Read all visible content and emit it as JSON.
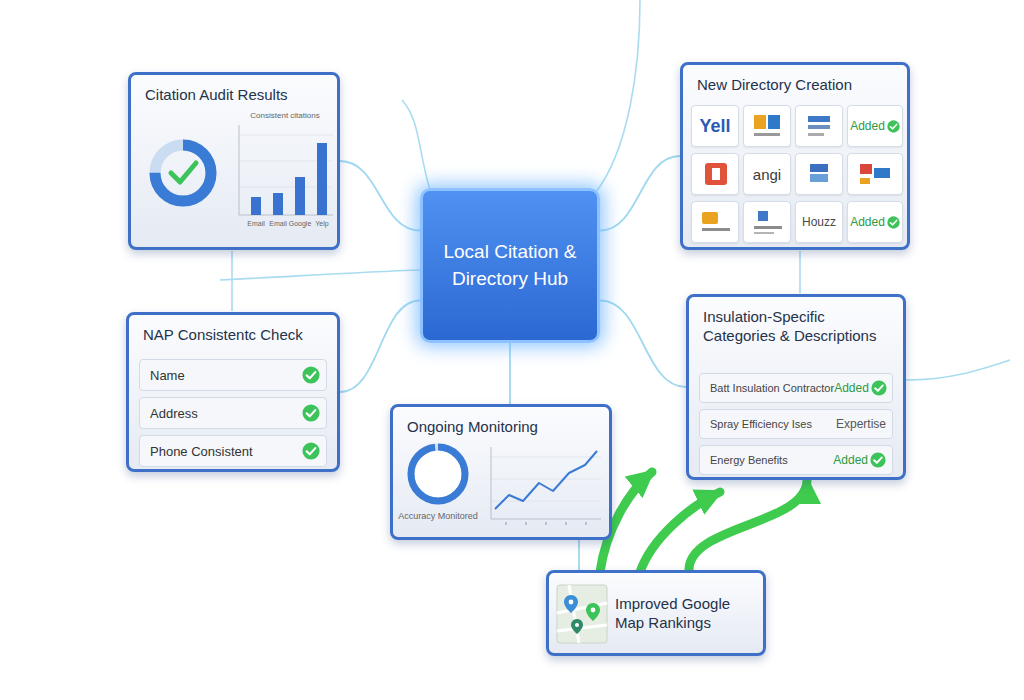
{
  "diagram": {
    "nodes": [
      {
        "text": [
          "Citation Audit Results"
        ]
      },
      {
        "text": [
          "New Directory Creation"
        ]
      },
      {
        "text": [
          "Yell"
        ],
        "in": 1
      },
      {
        "text": [
          "Added"
        ],
        "in": 1
      },
      {
        "text": [
          "angi"
        ],
        "in": 1
      },
      {
        "text": [
          "Houzz"
        ],
        "in": 1
      },
      {
        "text": [
          "Added"
        ],
        "in": 1
      },
      {
        "text": [
          "Local Citation & Directory Hub"
        ]
      },
      {
        "text": [
          "NAP Consistentc Check"
        ]
      },
      {
        "text": [
          "Name"
        ],
        "in": 8
      },
      {
        "text": [
          "Address"
        ],
        "in": 8
      },
      {
        "text": [
          "Phone Consistent"
        ],
        "in": 8
      },
      {
        "text": [
          "Insulation-Specific Categories & Descriptions"
        ]
      },
      {
        "text": [
          "Batt Insulation Contractor",
          "Added"
        ],
        "in": 12
      },
      {
        "text": [
          "Spray Efficiency Ises",
          "Expertise"
        ],
        "in": 12
      },
      {
        "text": [
          "Energy Benefits",
          "Added"
        ],
        "in": 12
      },
      {
        "text": [
          "Ongoing Monitoring"
        ]
      },
      {
        "text": [
          "98%"
        ],
        "in": 16
      },
      {
        "text": [
          "Improved Google Map Rankings"
        ]
      }
    ],
    "edges": [
      {
        "from": 7,
        "to": 0,
        "arrow": "none"
      },
      {
        "from": 7,
        "to": 1,
        "arrow": "none"
      },
      {
        "from": 7,
        "to": 8,
        "arrow": "none"
      },
      {
        "from": 7,
        "to": 12,
        "arrow": "none"
      },
      {
        "from": 7,
        "to": 16,
        "arrow": "none"
      },
      {
        "from": 16,
        "to": 18,
        "arrow": "none"
      },
      {
        "from": 18,
        "to": 12,
        "arrow": "to"
      }
    ],
    "labels": [
      "Consistent citations",
      "Email",
      "Email",
      "Google",
      "Yelp",
      "Accuracy Monitored"
    ]
  }
}
